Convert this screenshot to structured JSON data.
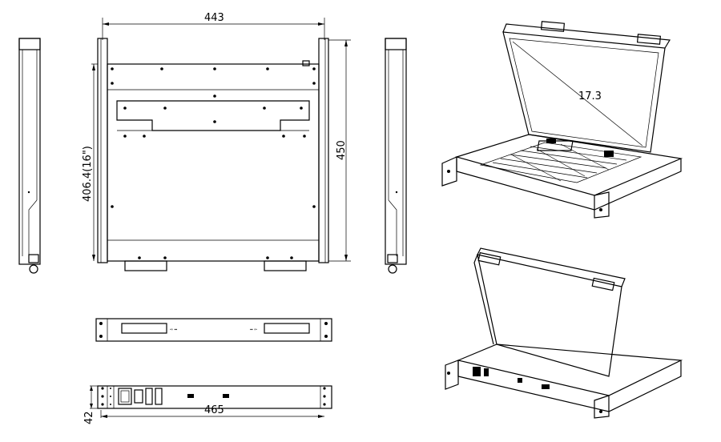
{
  "title": "Rack-mount LCD console drawer dimension drawing",
  "dimensions": {
    "width_top": "443",
    "depth_rail": "406.4(16\")",
    "depth_total": "450",
    "screen_size": "17.3",
    "width_rear": "465",
    "height": "42"
  },
  "colors": {
    "line": "#000000",
    "background": "#ffffff"
  }
}
